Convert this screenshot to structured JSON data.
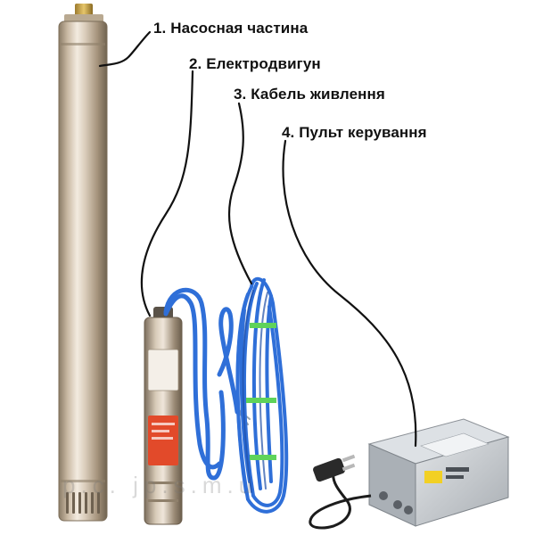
{
  "labels": {
    "pump_part": "1. Насосная частина",
    "motor": "2. Електродвигун",
    "power_cable": "3. Кабель живлення",
    "control_panel": "4. Пульт керування"
  },
  "watermark": "p.c.   jp.s.m.u",
  "colors": {
    "steel": "#c9b9a3",
    "cable_blue": "#2f6fd8",
    "motor_label_red": "#e24a2a",
    "panel_grey": "#c8ccd0",
    "leader_line": "#111111"
  },
  "icons": [
    "pump-tube",
    "motor",
    "cable-coil",
    "control-box",
    "plug"
  ]
}
